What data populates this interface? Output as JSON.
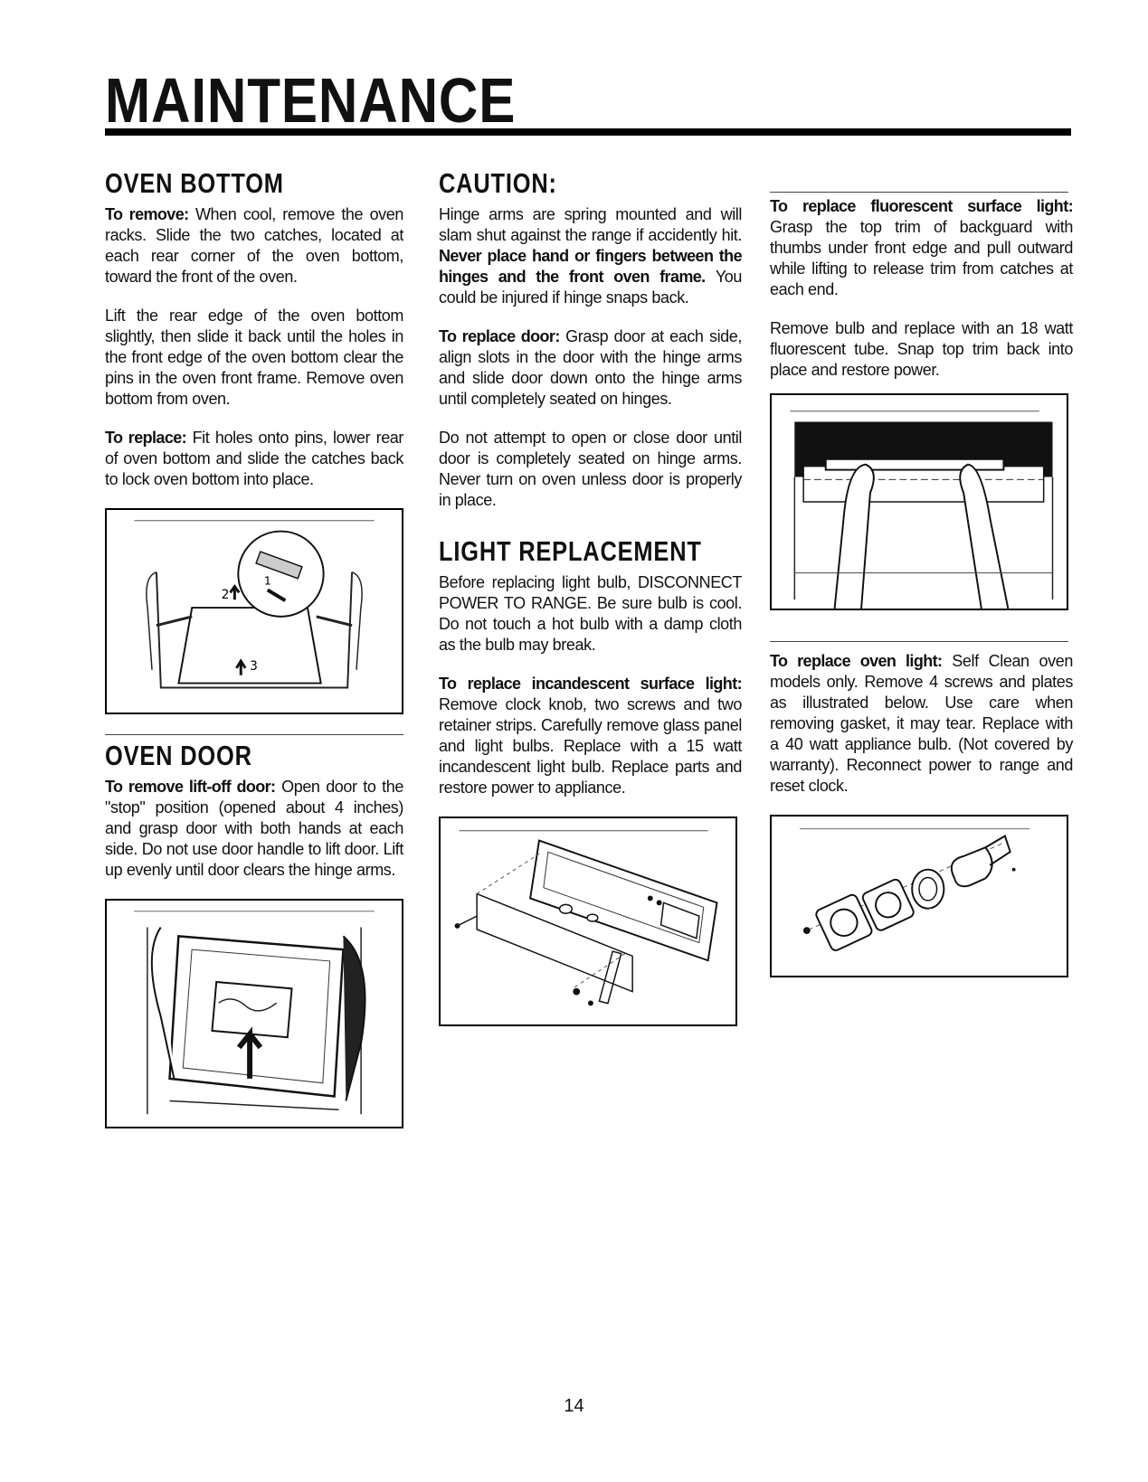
{
  "header": {
    "title": "MAINTENANCE"
  },
  "oven_bottom": {
    "heading": "OVEN BOTTOM",
    "remove_lead": "To remove:",
    "remove_text": " When cool, remove the oven racks. Slide the two catches, located at each rear corner of the oven bottom, toward the front of the oven.",
    "lift_text": "Lift the rear edge of the oven bottom slightly, then slide it back until the holes in the front edge of the oven bottom clear the pins in the oven front frame. Remove oven bottom from oven.",
    "replace_lead": "To replace:",
    "replace_text": " Fit holes onto pins, lower rear of oven bottom and slide the catches back to lock oven bottom into place.",
    "figure_labels": [
      "1",
      "2",
      "3"
    ]
  },
  "oven_door": {
    "heading": "OVEN DOOR",
    "remove_lead": "To remove lift-off door:",
    "remove_text": " Open door to the \"stop\" position (opened about 4 inches) and grasp door with both hands at each side. Do not use door handle to lift door. Lift up evenly until door clears the hinge arms."
  },
  "caution": {
    "heading": "CAUTION:",
    "text_start": "Hinge arms are spring mounted and will slam shut against the range if accidently hit. ",
    "text_bold": "Never place hand or fingers between the hinges and the front oven frame.",
    "text_end": " You could be injured if hinge snaps back.",
    "replace_door_lead": "To replace door:",
    "replace_door_text": " Grasp door at each side, align slots in the door with the hinge arms and slide door down onto the hinge arms until completely seated on hinges.",
    "warning_text": "Do not attempt to open or close door until door is completely seated on hinge arms. Never turn on oven unless door is properly in place."
  },
  "light_replacement": {
    "heading": "LIGHT REPLACEMENT",
    "intro": "Before replacing light bulb, DISCONNECT POWER TO RANGE. Be sure bulb is cool. Do not touch a hot bulb with a damp cloth as the bulb may break.",
    "incandescent_lead": "To replace incandescent surface light:",
    "incandescent_text": " Remove clock knob, two screws and two retainer strips. Carefully remove glass panel and light bulbs. Replace with a 15 watt incandescent light bulb. Replace parts and restore power to appliance."
  },
  "fluorescent": {
    "lead": "To replace fluorescent surface light:",
    "text": " Grasp the top trim of backguard with thumbs under front edge and pull outward while lifting to release trim from catches at each end.",
    "bulb_text": "Remove bulb and replace with an 18 watt fluorescent tube. Snap top trim back into place and restore power."
  },
  "oven_light": {
    "lead": "To replace oven light:",
    "text": " Self Clean oven models only. Remove 4 screws and plates as illustrated below. Use care when removing gasket, it may tear. Replace with a 40 watt appliance bulb. (Not covered by warranty). Reconnect power to range and reset clock."
  },
  "footer": {
    "page_number": "14"
  }
}
